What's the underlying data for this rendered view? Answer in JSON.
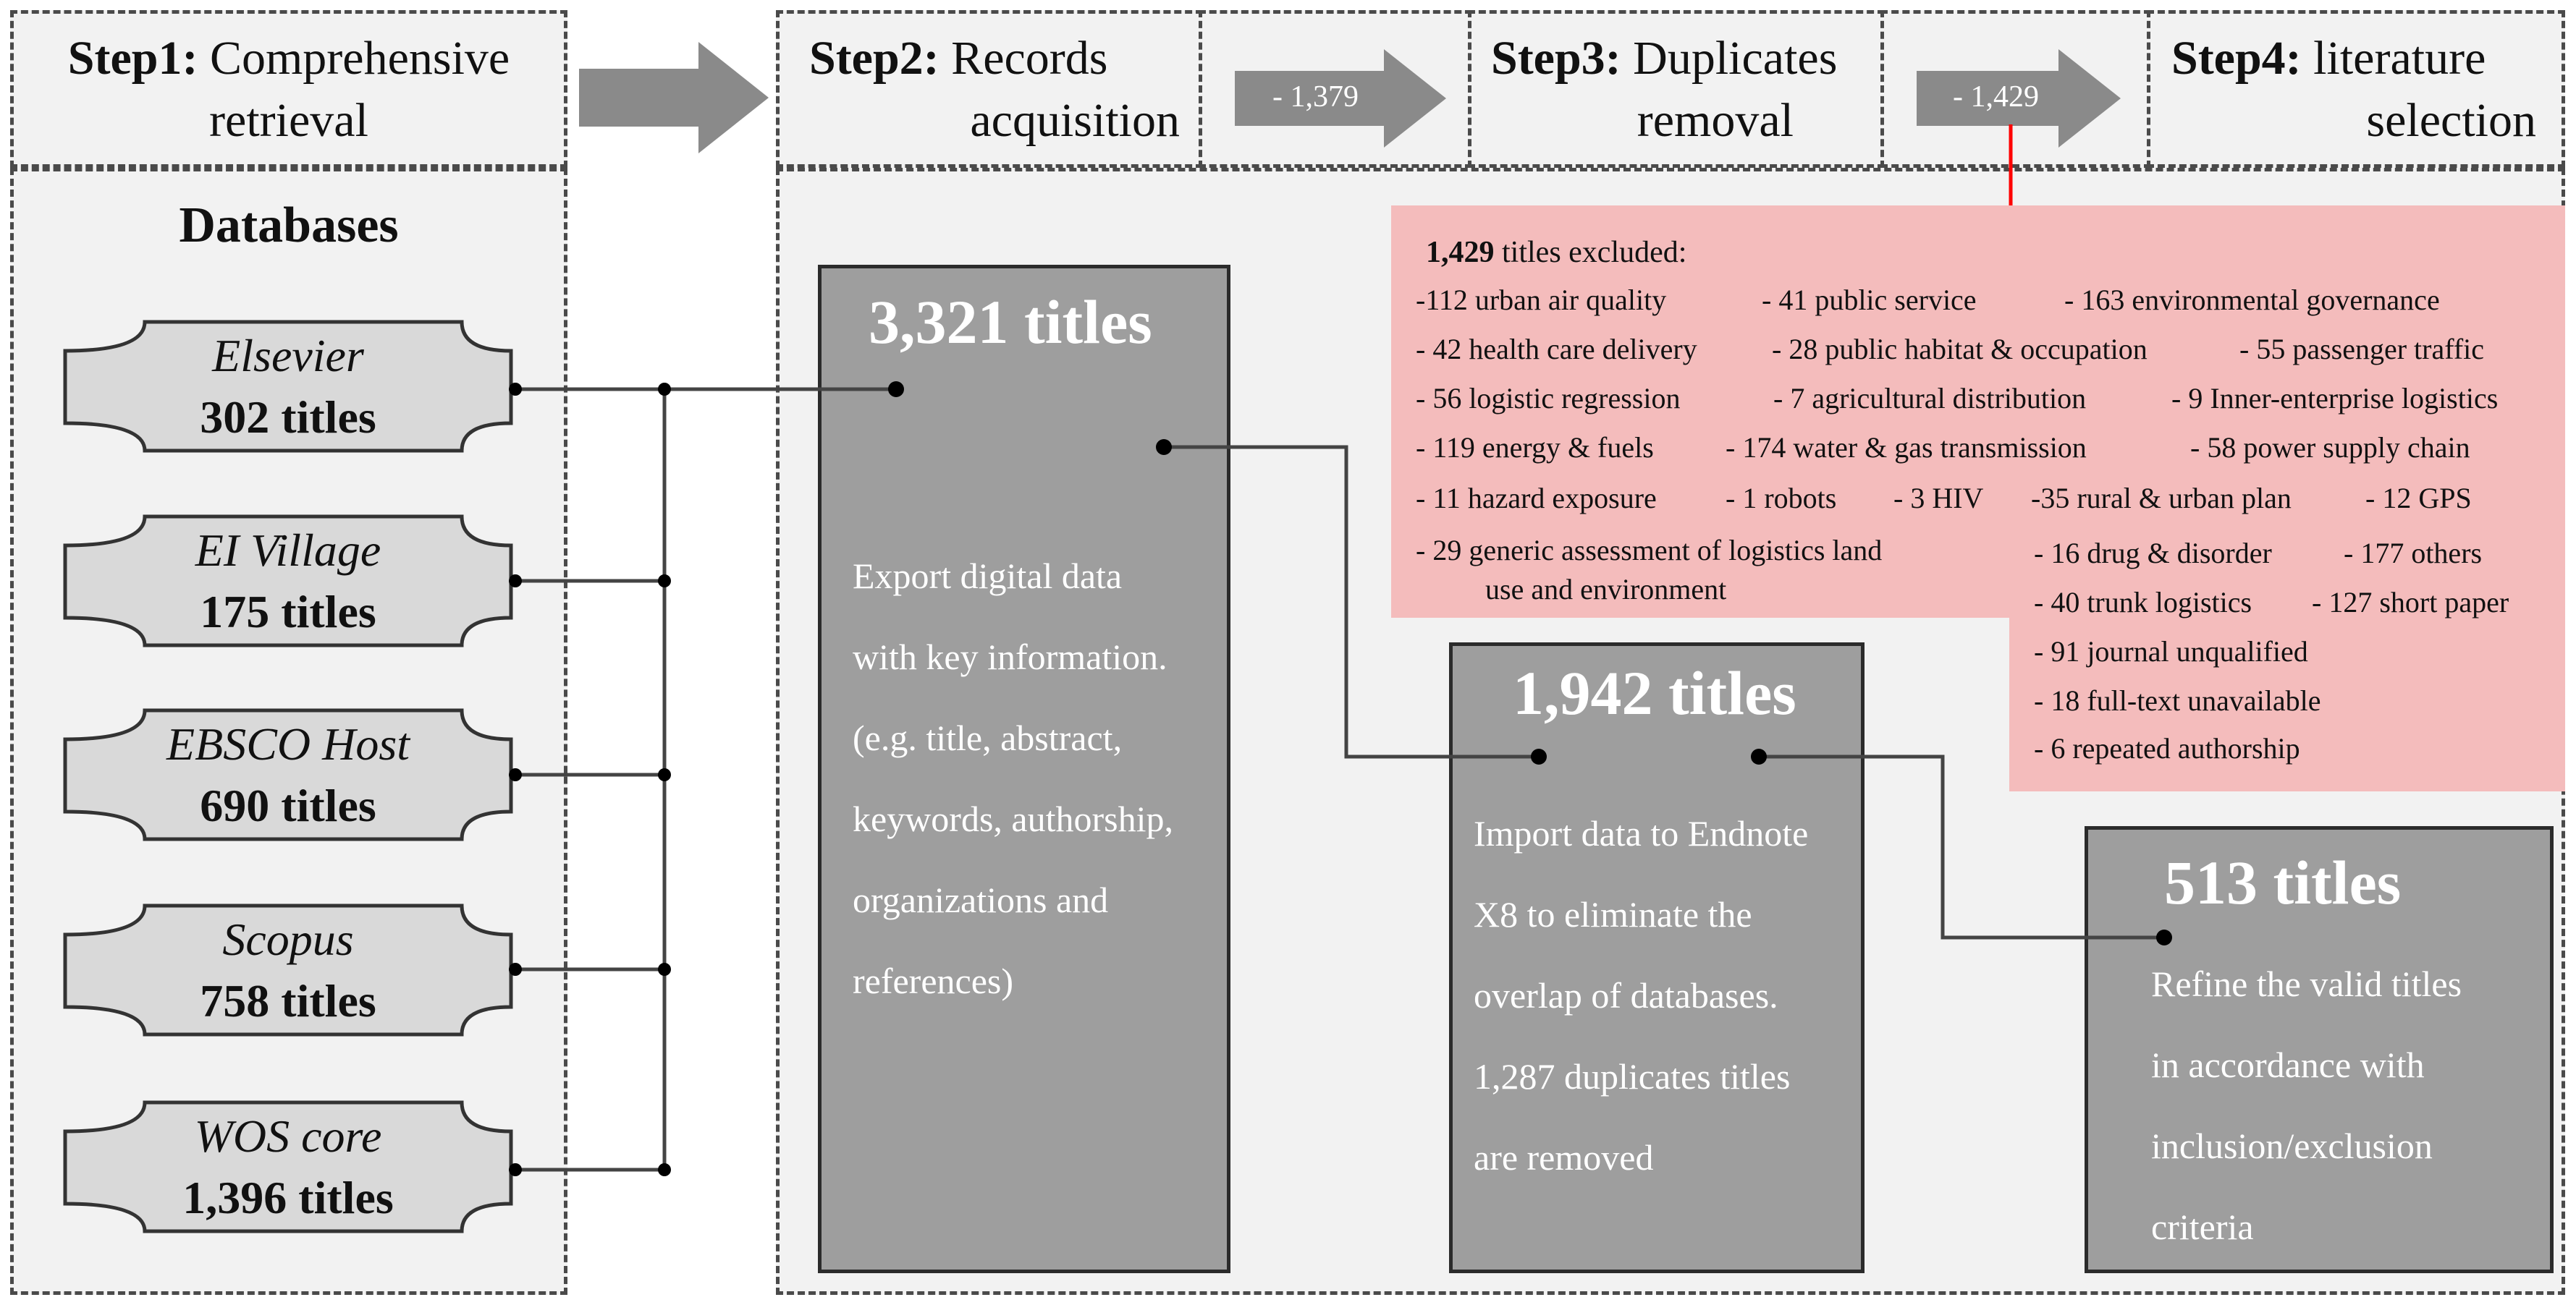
{
  "steps": [
    {
      "bold": "Step1:",
      "line1": "Comprehensive",
      "line2": "retrieval"
    },
    {
      "bold": "Step2:",
      "line1": "Records",
      "line2": "acquisition"
    },
    {
      "bold": "Step3:",
      "line1": "Duplicates",
      "line2": "removal"
    },
    {
      "bold": "Step4:",
      "line1": "literature",
      "line2": "selection"
    }
  ],
  "arrows": {
    "a1": "- 1,379",
    "a2": "- 1,429"
  },
  "databases_title": "Databases",
  "databases": [
    {
      "name": "Elsevier",
      "count": "302 titles"
    },
    {
      "name": "EI Village",
      "count": "175 titles"
    },
    {
      "name": "EBSCO Host",
      "count": "690 titles"
    },
    {
      "name": "Scopus",
      "count": "758 titles"
    },
    {
      "name": "WOS core",
      "count": "1,396 titles"
    }
  ],
  "box1": {
    "title": "3,321 titles",
    "desc": [
      "Export digital data",
      "with key information.",
      "(e.g. title, abstract,",
      "keywords, authorship,",
      "organizations and",
      "references)"
    ]
  },
  "box2": {
    "title": "1,942 titles",
    "desc": [
      "Import data to Endnote",
      "X8 to eliminate the",
      "overlap of databases.",
      "1,287 duplicates titles",
      "are removed"
    ]
  },
  "box3": {
    "title": "513 titles",
    "desc": [
      "Refine the valid titles",
      "in accordance with",
      "inclusion/exclusion",
      "criteria"
    ]
  },
  "excluded": {
    "count": "1,429",
    "label": " titles excluded:",
    "rows": [
      [
        "-112 urban air quality",
        "- 41  public service",
        "- 163  environmental governance"
      ],
      [
        "- 42  health care delivery",
        "- 28  public habitat & occupation",
        "- 55  passenger traffic"
      ],
      [
        "- 56  logistic regression",
        "- 7  agricultural distribution",
        "- 9 Inner-enterprise logistics"
      ],
      [
        "- 119  energy & fuels",
        "- 174  water & gas transmission",
        "- 58  power supply chain"
      ],
      [
        "- 11  hazard exposure",
        "- 1  robots",
        "- 3  HIV",
        "-35  rural & urban plan",
        "- 12  GPS"
      ],
      [
        "- 29  generic assessment of logistics land",
        "use and environment"
      ],
      [
        "- 16  drug & disorder",
        "- 177  others"
      ],
      [
        "- 40  trunk logistics",
        "- 127  short paper"
      ],
      [
        "- 91  journal unqualified"
      ],
      [
        "- 18  full-text unavailable"
      ],
      [
        "- 6  repeated authorship"
      ]
    ]
  },
  "colors": {
    "gray_box": "#9e9e9e",
    "pink": "#f4bcbc",
    "panel": "#f2f2f2",
    "arrow": "#8a8a8a",
    "red_arrow": "#ff0000"
  }
}
